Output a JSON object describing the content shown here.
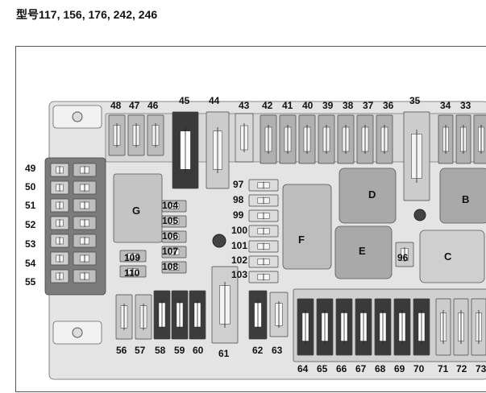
{
  "header": {
    "title": "型号117, 156, 176, 242, 246"
  },
  "fuse_labels": [
    "48",
    "47",
    "46",
    "45",
    "44",
    "43",
    "42",
    "41",
    "40",
    "39",
    "38",
    "37",
    "36",
    "35",
    "34",
    "33",
    "49",
    "50",
    "51",
    "52",
    "53",
    "54",
    "55",
    "104",
    "105",
    "106",
    "107",
    "108",
    "109",
    "110",
    "97",
    "98",
    "99",
    "100",
    "101",
    "102",
    "103",
    "96",
    "56",
    "57",
    "58",
    "59",
    "60",
    "61",
    "62",
    "63",
    "64",
    "65",
    "66",
    "67",
    "68",
    "69",
    "70",
    "71",
    "72",
    "73"
  ],
  "block_labels": [
    "G",
    "D",
    "B",
    "F",
    "E",
    "C"
  ]
}
